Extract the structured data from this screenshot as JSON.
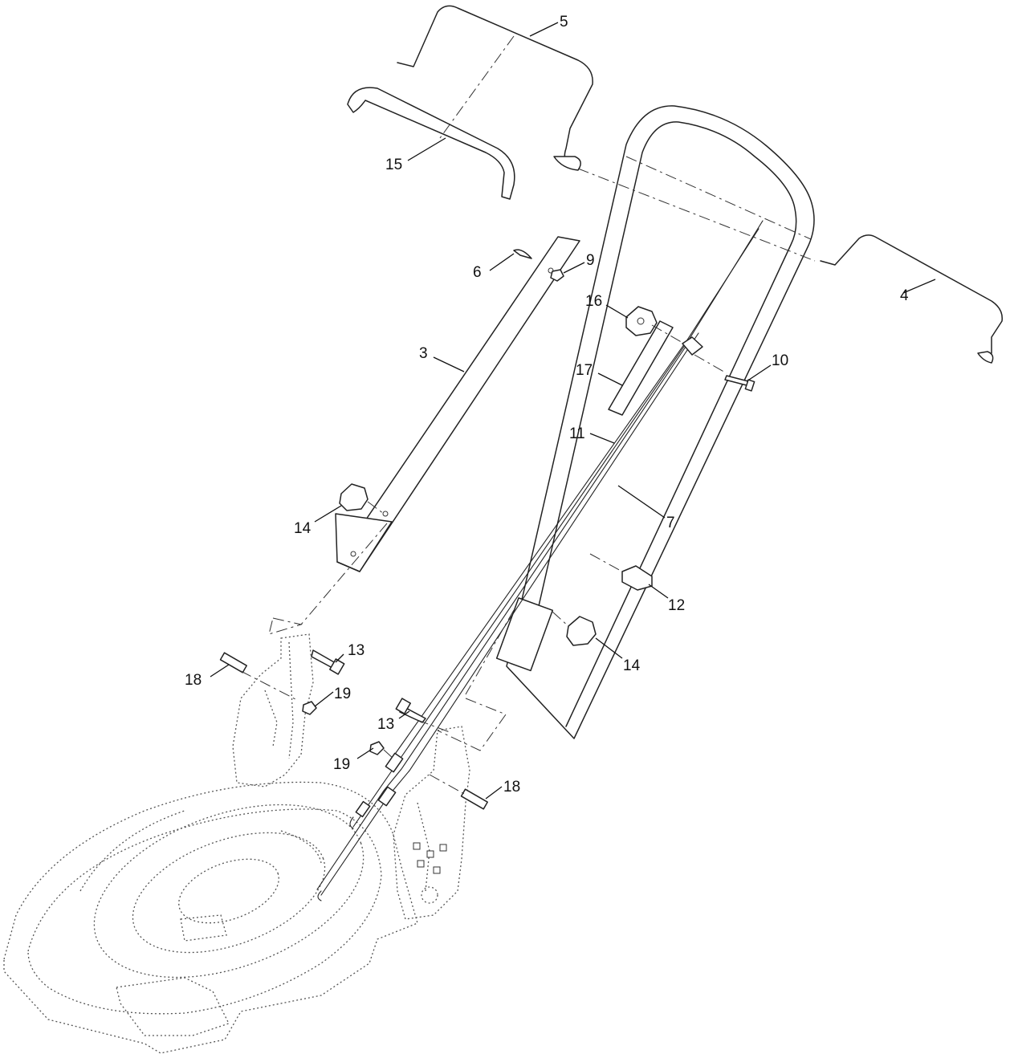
{
  "callouts": [
    {
      "key": "c5",
      "label": "5"
    },
    {
      "key": "c15",
      "label": "15"
    },
    {
      "key": "c6",
      "label": "6"
    },
    {
      "key": "c9",
      "label": "9"
    },
    {
      "key": "c4",
      "label": "4"
    },
    {
      "key": "c16",
      "label": "16"
    },
    {
      "key": "c3",
      "label": "3"
    },
    {
      "key": "c10",
      "label": "10"
    },
    {
      "key": "c17",
      "label": "17"
    },
    {
      "key": "c11",
      "label": "11"
    },
    {
      "key": "c14a",
      "label": "14"
    },
    {
      "key": "c7",
      "label": "7"
    },
    {
      "key": "c12",
      "label": "12"
    },
    {
      "key": "c13a",
      "label": "13"
    },
    {
      "key": "c18a",
      "label": "18"
    },
    {
      "key": "c14b",
      "label": "14"
    },
    {
      "key": "c19a",
      "label": "19"
    },
    {
      "key": "c13b",
      "label": "13"
    },
    {
      "key": "c19b",
      "label": "19"
    },
    {
      "key": "c18b",
      "label": "18"
    }
  ]
}
